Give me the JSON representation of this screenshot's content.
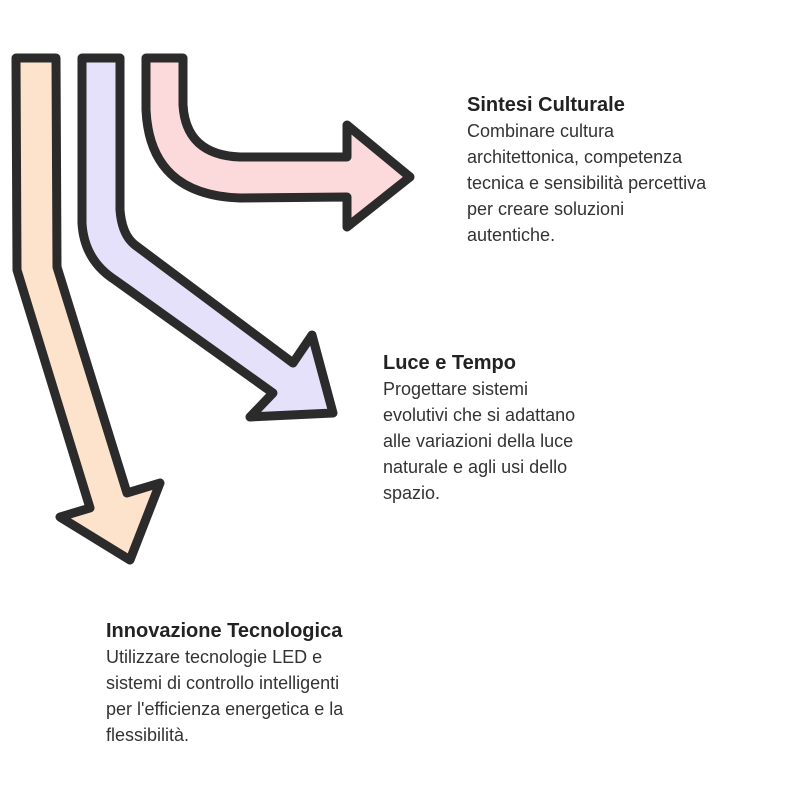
{
  "colors": {
    "outline": "#2b2b2b",
    "arrow_culture": "#fcd9da",
    "arrow_light": "#e6e1fb",
    "arrow_tech": "#fde3cc"
  },
  "items": [
    {
      "title": "Sintesi Culturale",
      "lines": [
        "Combinare cultura",
        "architettonica, competenza",
        "tecnica e sensibilità percettiva",
        "per creare soluzioni",
        "autentiche."
      ]
    },
    {
      "title": "Luce e Tempo",
      "lines": [
        "Progettare sistemi",
        "evolutivi che si adattano",
        "alle variazioni della luce",
        "naturale e agli usi dello",
        "spazio."
      ]
    },
    {
      "title": "Innovazione Tecnologica",
      "lines": [
        "Utilizzare tecnologie LED e",
        "sistemi di controllo intelligenti",
        "per l'efficienza energetica e la",
        "flessibilità."
      ]
    }
  ]
}
